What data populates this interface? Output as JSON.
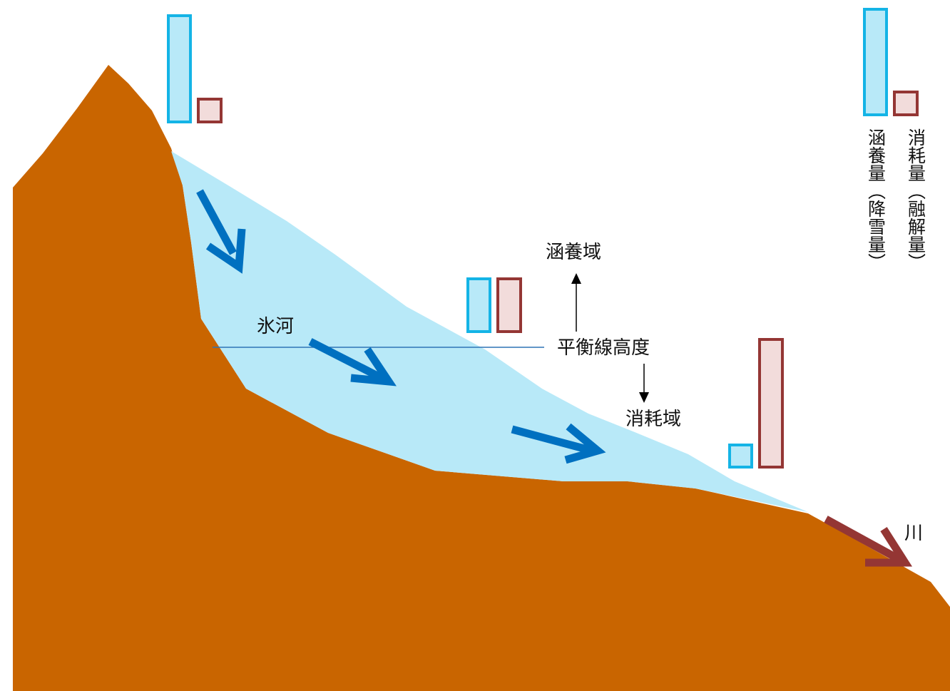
{
  "labels": {
    "glacier": "氷河",
    "accumulation_zone": "涵養域",
    "equilibrium_line": "平衡線高度",
    "ablation_zone": "消耗域",
    "river": "川",
    "legend_accumulation": "涵養量（降雪量）",
    "legend_ablation": "消耗量（融解量）"
  },
  "colors": {
    "mountain": "#c96500",
    "glacier": "#b8e9f8",
    "flow_arrow": "#0070c0",
    "river_arrow": "#943634",
    "accumulation_bar_stroke": "#14b4e6",
    "accumulation_bar_fill": "#b8e9f8",
    "ablation_bar_stroke": "#943634",
    "ablation_bar_fill": "#f2dcdb",
    "equilibrium_line": "#2e74b5"
  }
}
